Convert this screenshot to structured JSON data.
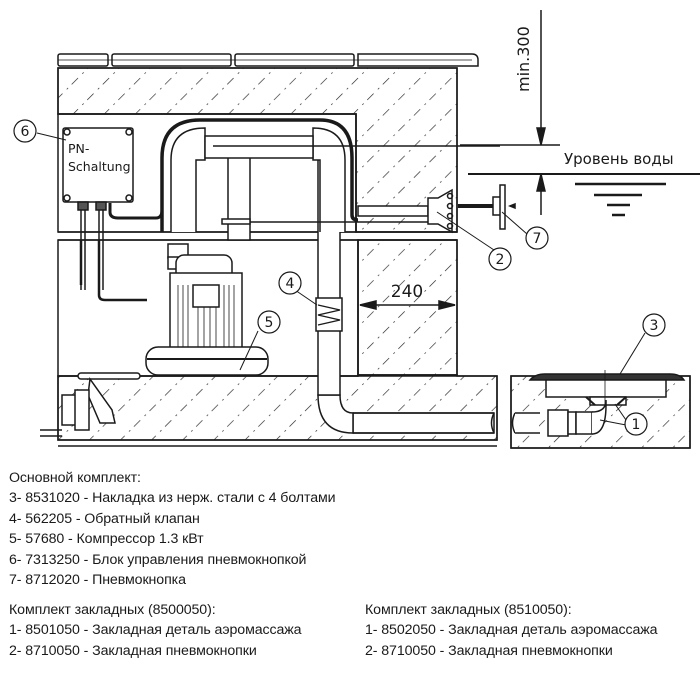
{
  "diagram": {
    "callouts": {
      "c1": "1",
      "c2": "2",
      "c3": "3",
      "c4": "4",
      "c5": "5",
      "c6": "6",
      "c7": "7"
    },
    "control_box_label_line1": "PN-",
    "control_box_label_line2": "Schaltung",
    "dimension_min_height": "min.300",
    "dimension_wall": "240",
    "water_level_label": "Уровень воды"
  },
  "main_kit": {
    "title": "Основной комплект:",
    "items": [
      "3- 8531020 - Накладка из нерж. стали с 4 болтами",
      "4- 562205 - Обратный клапан",
      "5- 57680 - Компрессор 1.3 кВт",
      "6- 7313250 - Блок управления пневмокнопкой",
      "7- 8712020 - Пневмокнопка"
    ]
  },
  "embedded_kit_a": {
    "title": "Комплект закладных (8500050):",
    "items": [
      "1- 8501050 - Закладная деталь аэромассажа",
      "2- 8710050 - Закладная пневмокнопки"
    ]
  },
  "embedded_kit_b": {
    "title": "Комплект закладных (8510050):",
    "items": [
      "1- 8502050 - Закладная деталь аэромассажа",
      "2- 8710050 - Закладная пневмокнопки"
    ]
  }
}
